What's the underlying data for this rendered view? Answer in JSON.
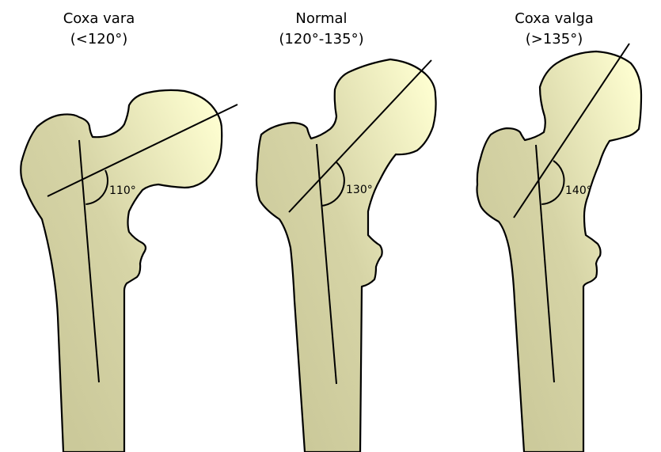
{
  "colors": {
    "bone_dark": "#cbc99a",
    "bone_light": "#fdfdd0",
    "outline": "#000000"
  },
  "panels": [
    {
      "title": "Coxa vara",
      "range": "(<120°)",
      "angle_label": "110°"
    },
    {
      "title": "Normal",
      "range": "(120°-135°)",
      "angle_label": "130°"
    },
    {
      "title": "Coxa valga",
      "range": "(>135°)",
      "angle_label": "140°"
    }
  ]
}
